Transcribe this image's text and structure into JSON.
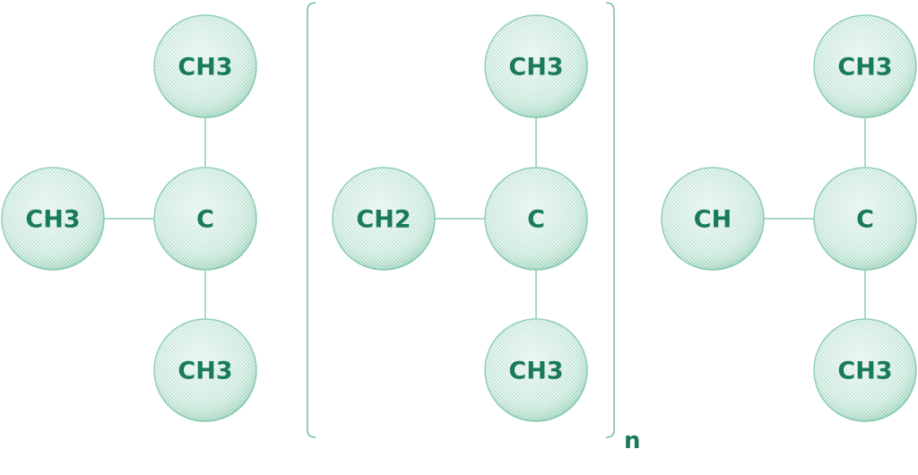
{
  "colors": {
    "label": "#1a7a5c",
    "sphere_fill": "#e2f3ec",
    "sphere_mesh": "#7fc4a8",
    "bond": "#8fcab4",
    "bracket": "#6fbea0"
  },
  "groups": [
    {
      "atoms": [
        {
          "id": "g1-top",
          "label": "CH3"
        },
        {
          "id": "g1-left",
          "label": "CH3"
        },
        {
          "id": "g1-center",
          "label": "C"
        },
        {
          "id": "g1-bottom",
          "label": "CH3"
        }
      ]
    },
    {
      "atoms": [
        {
          "id": "g2-top",
          "label": "CH3"
        },
        {
          "id": "g2-left",
          "label": "CH2"
        },
        {
          "id": "g2-center",
          "label": "C"
        },
        {
          "id": "g2-bottom",
          "label": "CH3"
        }
      ]
    },
    {
      "atoms": [
        {
          "id": "g3-top",
          "label": "CH3"
        },
        {
          "id": "g3-left",
          "label": "CH"
        },
        {
          "id": "g3-center",
          "label": "C"
        },
        {
          "id": "g3-bottom",
          "label": "CH3"
        }
      ]
    }
  ],
  "repeat_subscript": "n"
}
